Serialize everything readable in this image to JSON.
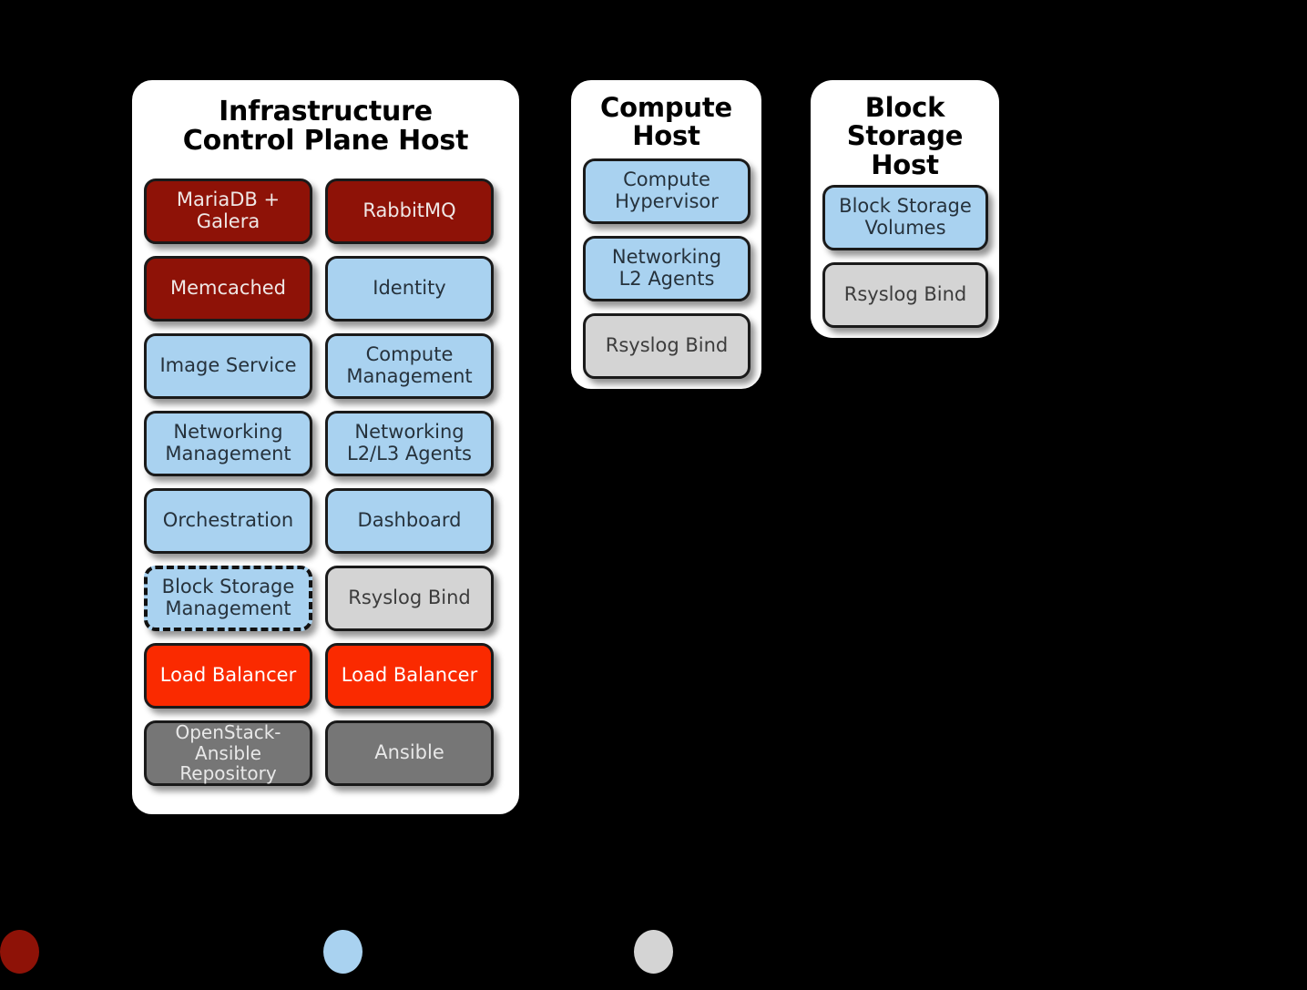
{
  "background_color": "#000000",
  "palette": {
    "dark_red": "#8E1207",
    "light_blue": "#A9D2F0",
    "light_gray": "#D4D4D4",
    "dark_gray": "#767676",
    "bright_red": "#FA2A00",
    "panel_white": "#FFFFFF",
    "box_outline": "#1A1A1A"
  },
  "hosts": [
    {
      "id": "infrastructure-control-plane-host",
      "title": "Infrastructure\nControl Plane Host",
      "panel_border": "solid",
      "columns": 2,
      "services": [
        {
          "label": "MariaDB +\nGalera",
          "fill": "dark_red",
          "border": "solid"
        },
        {
          "label": "RabbitMQ",
          "fill": "dark_red",
          "border": "solid"
        },
        {
          "label": "Memcached",
          "fill": "dark_red",
          "border": "solid"
        },
        {
          "label": "Identity",
          "fill": "light_blue",
          "border": "solid"
        },
        {
          "label": "Image Service",
          "fill": "light_blue",
          "border": "solid"
        },
        {
          "label": "Compute\nManagement",
          "fill": "light_blue",
          "border": "solid"
        },
        {
          "label": "Networking\nManagement",
          "fill": "light_blue",
          "border": "solid"
        },
        {
          "label": "Networking\nL2/L3 Agents",
          "fill": "light_blue",
          "border": "solid"
        },
        {
          "label": "Orchestration",
          "fill": "light_blue",
          "border": "solid"
        },
        {
          "label": "Dashboard",
          "fill": "light_blue",
          "border": "solid"
        },
        {
          "label": "Block Storage\nManagement",
          "fill": "light_blue",
          "border": "dash-dot"
        },
        {
          "label": "Rsyslog Bind",
          "fill": "light_gray",
          "border": "solid"
        },
        {
          "label": "Load Balancer",
          "fill": "bright_red",
          "border": "solid"
        },
        {
          "label": "Load Balancer",
          "fill": "bright_red",
          "border": "solid"
        },
        {
          "label": "OpenStack-\nAnsible\nRepository",
          "fill": "dark_gray",
          "border": "solid"
        },
        {
          "label": "Ansible",
          "fill": "dark_gray",
          "border": "solid"
        }
      ]
    },
    {
      "id": "compute-host",
      "title": "Compute\nHost",
      "panel_border": "solid",
      "columns": 1,
      "services": [
        {
          "label": "Compute\nHypervisor",
          "fill": "light_blue",
          "border": "solid"
        },
        {
          "label": "Networking\nL2 Agents",
          "fill": "light_blue",
          "border": "solid"
        },
        {
          "label": "Rsyslog Bind",
          "fill": "light_gray",
          "border": "solid"
        }
      ]
    },
    {
      "id": "block-storage-host",
      "title": "Block\nStorage\nHost",
      "panel_border": "dashed",
      "columns": 1,
      "services": [
        {
          "label": "Block Storage\nVolumes",
          "fill": "light_blue",
          "border": "solid"
        },
        {
          "label": "Rsyslog Bind",
          "fill": "light_gray",
          "border": "solid"
        }
      ]
    }
  ],
  "legend": [
    {
      "color": "#8E1207",
      "label": ""
    },
    {
      "color": "#A9D2F0",
      "label": ""
    },
    {
      "color": "#D4D4D4",
      "label": ""
    }
  ]
}
